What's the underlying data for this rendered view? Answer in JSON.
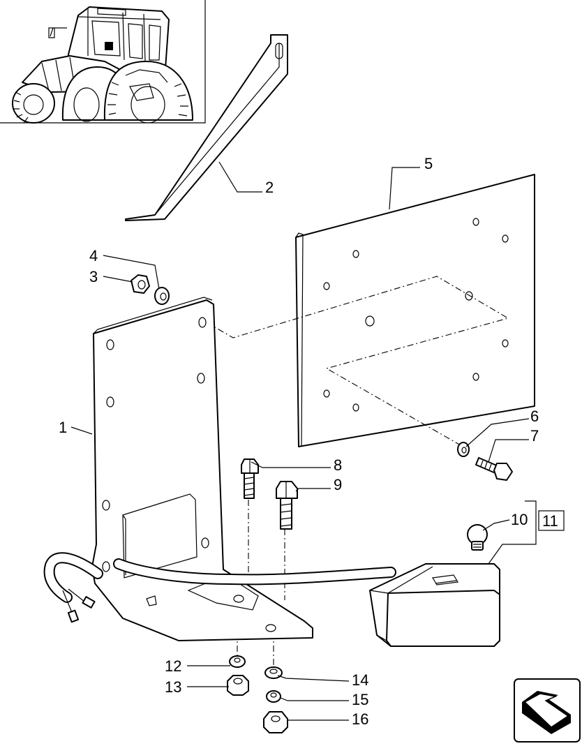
{
  "callouts": [
    {
      "id": "1",
      "text": "1"
    },
    {
      "id": "2",
      "text": "2"
    },
    {
      "id": "3",
      "text": "3"
    },
    {
      "id": "4",
      "text": "4"
    },
    {
      "id": "5",
      "text": "5"
    },
    {
      "id": "6",
      "text": "6"
    },
    {
      "id": "7",
      "text": "7"
    },
    {
      "id": "8",
      "text": "8"
    },
    {
      "id": "9",
      "text": "9"
    },
    {
      "id": "10",
      "text": "10"
    },
    {
      "id": "11",
      "text": "11"
    },
    {
      "id": "12",
      "text": "12"
    },
    {
      "id": "13",
      "text": "13"
    },
    {
      "id": "14",
      "text": "14"
    },
    {
      "id": "15",
      "text": "15"
    },
    {
      "id": "16",
      "text": "16"
    }
  ],
  "icons": {
    "thumbnail": "tractor-thumbnail-icon",
    "navigation": "next-page-arrow-icon"
  },
  "colors": {
    "line": "#000000",
    "background": "#ffffff"
  }
}
